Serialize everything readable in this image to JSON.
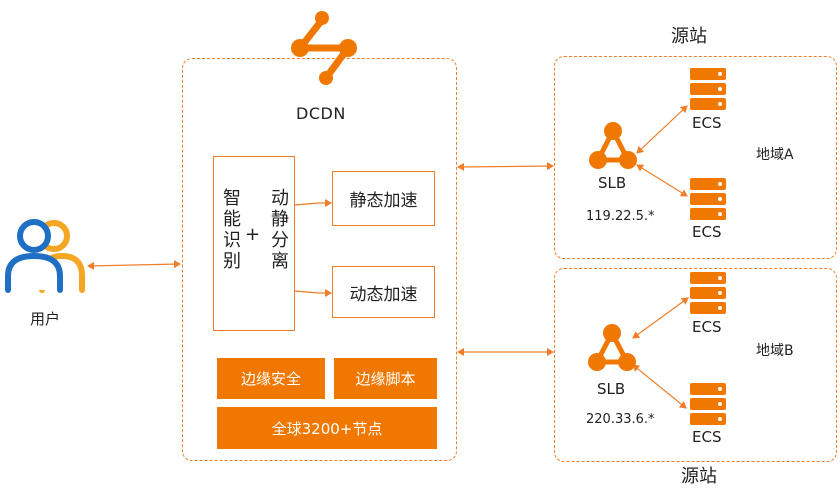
{
  "user": {
    "label": "用户",
    "icon": "user-group-icon"
  },
  "dcdn": {
    "label": "DCDN",
    "icon": "share-network-icon",
    "smart_recognition": "智能识别",
    "plus": "+",
    "static_dynamic_split": "动静分离",
    "static_accel": "静态加速",
    "dynamic_accel": "动态加速",
    "edge_security": "边缘安全",
    "edge_script": "边缘脚本",
    "global_nodes": "全球3200+节点"
  },
  "origin_top": {
    "title": "源站",
    "region": "地域A",
    "slb_label": "SLB",
    "ip": "119.22.5.*",
    "ecs_top": "ECS",
    "ecs_bottom": "ECS"
  },
  "origin_bottom": {
    "title": "源站",
    "region": "地域B",
    "slb_label": "SLB",
    "ip": "220.33.6.*",
    "ecs_top": "ECS",
    "ecs_bottom": "ECS"
  },
  "colors": {
    "accent": "#f07800",
    "line": "#f07d2a",
    "user_blue": "#1f6fc5",
    "user_orange": "#f5a623"
  }
}
